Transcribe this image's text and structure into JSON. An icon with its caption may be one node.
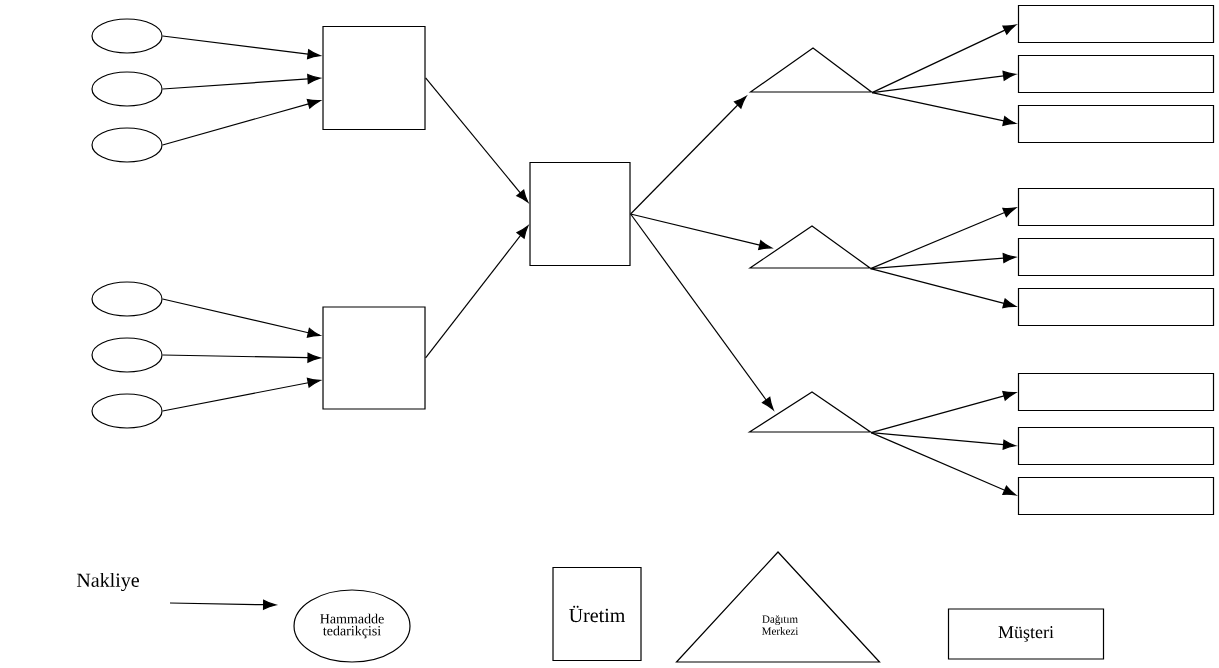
{
  "diagram": {
    "nodes": [
      {
        "text": [],
        "shape": "ellipse"
      },
      {
        "text": [],
        "shape": "ellipse"
      },
      {
        "text": [],
        "shape": "ellipse"
      },
      {
        "text": [],
        "shape": "ellipse"
      },
      {
        "text": [],
        "shape": "ellipse"
      },
      {
        "text": [],
        "shape": "ellipse"
      },
      {
        "text": [],
        "shape": "box"
      },
      {
        "text": [],
        "shape": "box"
      },
      {
        "text": [],
        "shape": "box"
      },
      {
        "text": [],
        "shape": "triangle"
      },
      {
        "text": [],
        "shape": "triangle"
      },
      {
        "text": [],
        "shape": "triangle"
      },
      {
        "text": [],
        "shape": "box"
      },
      {
        "text": [],
        "shape": "box"
      },
      {
        "text": [],
        "shape": "box"
      },
      {
        "text": [],
        "shape": "box"
      },
      {
        "text": [],
        "shape": "box"
      },
      {
        "text": [],
        "shape": "box"
      },
      {
        "text": [],
        "shape": "box"
      },
      {
        "text": [],
        "shape": "box"
      },
      {
        "text": [],
        "shape": "box"
      },
      {
        "text": [
          "Nakliye"
        ]
      },
      {
        "text": [
          "Hammadde tedarikçisi"
        ]
      },
      {
        "text": [
          "Üretim"
        ]
      },
      {
        "text": [
          "Dağıtım Merkezi"
        ]
      },
      {
        "text": [
          "Müşteri"
        ]
      }
    ],
    "edges": [
      {
        "from": 0,
        "to": 6,
        "arrow": "to"
      },
      {
        "from": 1,
        "to": 6,
        "arrow": "to"
      },
      {
        "from": 2,
        "to": 6,
        "arrow": "to"
      },
      {
        "from": 3,
        "to": 7,
        "arrow": "to"
      },
      {
        "from": 4,
        "to": 7,
        "arrow": "to"
      },
      {
        "from": 5,
        "to": 7,
        "arrow": "to"
      },
      {
        "from": 6,
        "to": 8,
        "arrow": "to"
      },
      {
        "from": 7,
        "to": 8,
        "arrow": "to"
      },
      {
        "from": 8,
        "to": 9,
        "arrow": "to"
      },
      {
        "from": 8,
        "to": 10,
        "arrow": "to"
      },
      {
        "from": 8,
        "to": 11,
        "arrow": "to"
      },
      {
        "from": 9,
        "to": 12,
        "arrow": "to"
      },
      {
        "from": 9,
        "to": 13,
        "arrow": "to"
      },
      {
        "from": 9,
        "to": 14,
        "arrow": "to"
      },
      {
        "from": 10,
        "to": 15,
        "arrow": "to"
      },
      {
        "from": 10,
        "to": 16,
        "arrow": "to"
      },
      {
        "from": 10,
        "to": 17,
        "arrow": "to"
      },
      {
        "from": 11,
        "to": 18,
        "arrow": "to"
      },
      {
        "from": 11,
        "to": 19,
        "arrow": "to"
      },
      {
        "from": 11,
        "to": 20,
        "arrow": "to"
      },
      {
        "from": 21,
        "to": null,
        "arrow": "to"
      }
    ]
  }
}
